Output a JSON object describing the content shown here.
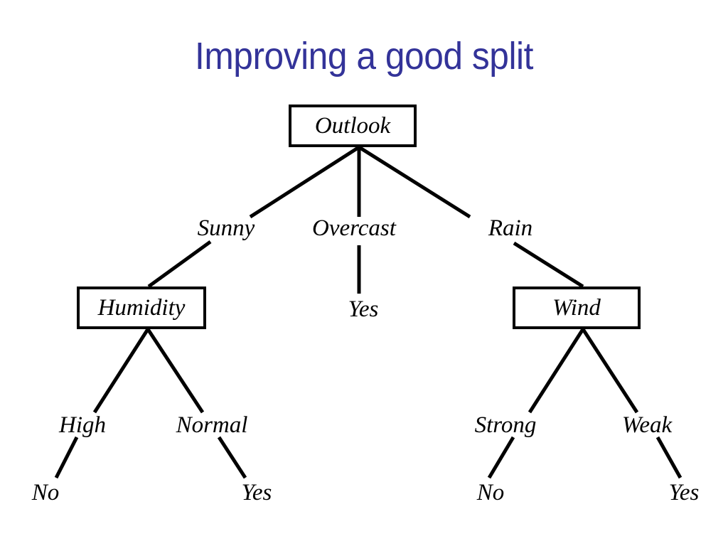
{
  "slide": {
    "title": "Improving a good split",
    "title_color": "#333399",
    "background_color": "#ffffff",
    "line_color": "#000000"
  },
  "tree": {
    "root": {
      "label": "Outlook",
      "type": "decision-node"
    },
    "branches": [
      {
        "label": "Sunny",
        "child": {
          "label": "Humidity",
          "type": "decision-node",
          "branches": [
            {
              "label": "High",
              "leaf": "No"
            },
            {
              "label": "Normal",
              "leaf": "Yes"
            }
          ]
        }
      },
      {
        "label": "Overcast",
        "leaf": "Yes"
      },
      {
        "label": "Rain",
        "child": {
          "label": "Wind",
          "type": "decision-node",
          "branches": [
            {
              "label": "Strong",
              "leaf": "No"
            },
            {
              "label": "Weak",
              "leaf": "Yes"
            }
          ]
        }
      }
    ]
  },
  "nodes": {
    "outlook": "Outlook",
    "humidity": "Humidity",
    "wind": "Wind"
  },
  "edge_labels": {
    "sunny": "Sunny",
    "overcast": "Overcast",
    "rain": "Rain",
    "high": "High",
    "normal": "Normal",
    "strong": "Strong",
    "weak": "Weak"
  },
  "leaves": {
    "overcast_yes": "Yes",
    "humidity_high_no": "No",
    "humidity_normal_yes": "Yes",
    "wind_strong_no": "No",
    "wind_weak_yes": "Yes"
  }
}
